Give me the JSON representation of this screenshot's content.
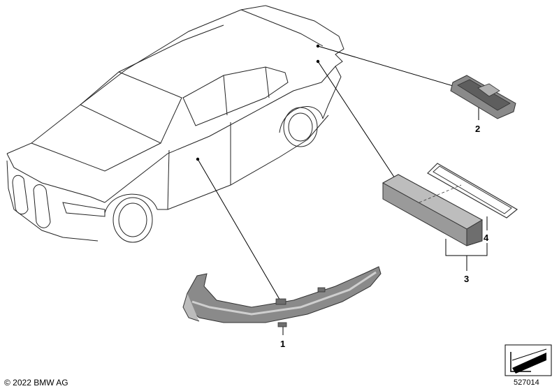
{
  "callouts": {
    "part_1": "1",
    "part_2": "2",
    "part_3": "3",
    "part_4": "4"
  },
  "footer": {
    "copyright": "© 2022 BMW AG",
    "diagram_number": "527014"
  },
  "colors": {
    "line": "#222222",
    "part_fill_dark": "#6e6e6e",
    "part_fill_mid": "#9a9a9a",
    "part_fill_light": "#cfcfcf"
  },
  "icons": {
    "navigation": "arrow-box-icon"
  }
}
